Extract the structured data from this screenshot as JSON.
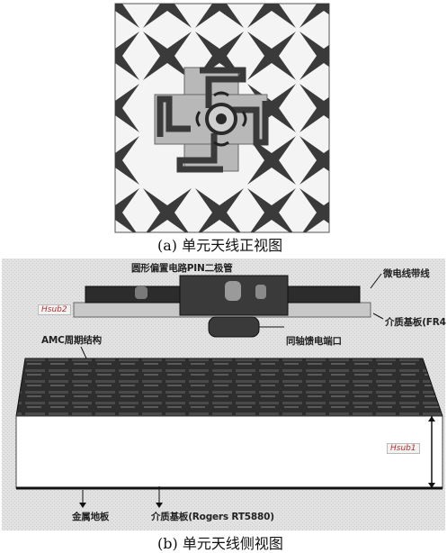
{
  "caption_a": "(a) 单元天线正视图",
  "caption_b": "(b) 单元天线侧视图",
  "labels": {
    "pin_diode": "圆形偏置电路PIN二极管",
    "microstrip_line": "微电线带线",
    "substrate_fr4": "介质基板(FR4",
    "amc_structure": "AMC周期结构",
    "coax_port": "同轴馈电端口",
    "metal_ground": "金属地板",
    "substrate_rogers": "介质基板(Rogers RT5880)",
    "hsub1": "Hsub1",
    "hsub2": "Hsub2"
  },
  "colors": {
    "metal": "#3a3a3a",
    "patch": "#b4b4b4",
    "substrate": "#cfcfcf",
    "amc_dark": "#2e2e2e"
  }
}
